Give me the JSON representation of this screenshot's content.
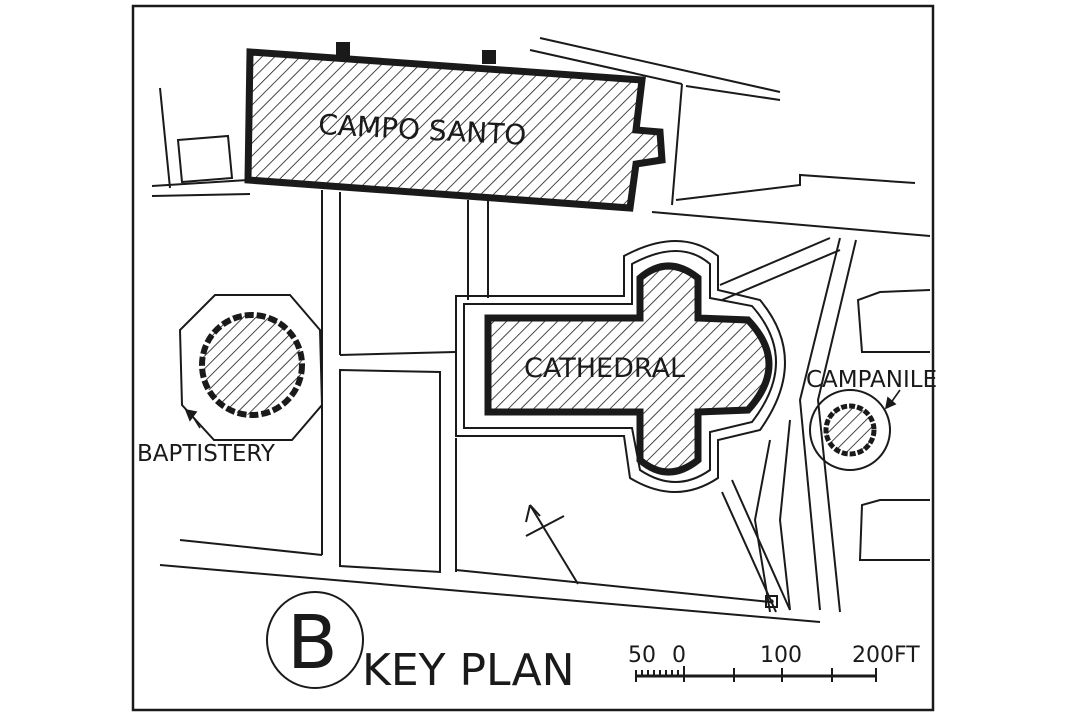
{
  "labels": {
    "campo_santo": "CAMPO SANTO",
    "cathedral": "CATHEDRAL",
    "baptistery": "BAPTISTERY",
    "campanile": "CAMPANILE",
    "plan_letter": "B",
    "plan_title": "KEY PLAN"
  },
  "scale": {
    "tick_labels": [
      "50",
      "0",
      "100",
      "200FT"
    ]
  },
  "colors": {
    "ink": "#1a1a1a",
    "paper": "#ffffff"
  }
}
